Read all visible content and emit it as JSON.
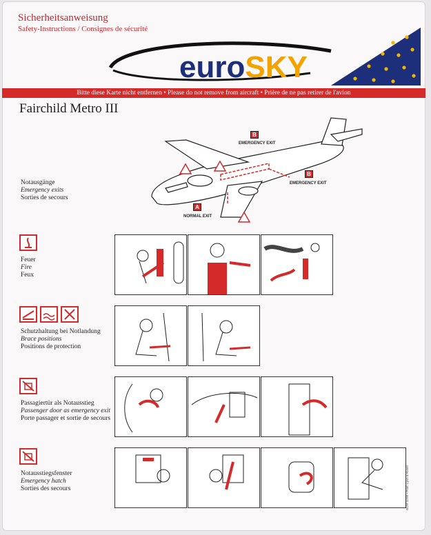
{
  "header": {
    "title_de": "Sicherheitsanweisung",
    "subtitle": "Safety-Instructions / Consignes de sécurité"
  },
  "brand": {
    "name_euro": "euro",
    "name_sky": "SKY",
    "colors": {
      "euro": "#1d2f7a",
      "sky": "#f2a300",
      "tail": "#1d2f7a",
      "stars": "#f2b600"
    }
  },
  "banner": {
    "text": "Bitte diese Karte nicht entfernen • Please do not remove from aircraft • Prière de ne pas retirer de l'avion"
  },
  "aircraft": {
    "model": "Fairchild Metro III",
    "labels": {
      "b_top": "B",
      "b_top_caption": "EMERGENCY EXIT",
      "b_right": "B",
      "b_right_caption": "EMERGENCY EXIT",
      "a": "A",
      "a_caption": "NORMAL EXIT"
    }
  },
  "exits_label": {
    "de": "Notausgänge",
    "en": "Emergency exits",
    "fr": "Sorties de secours"
  },
  "sections": [
    {
      "de": "Feuer",
      "en": "Fire",
      "fr": "Feux"
    },
    {
      "de": "Schutzhaltung bei Notlandung",
      "en": "Brace positions",
      "fr": "Positions de protection"
    },
    {
      "de": "Passagiertür als Notausstieg",
      "en": "Passenger door as emergency exit",
      "fr": "Porte passager et sortie de secours"
    },
    {
      "de": "Notausstiegsfenster",
      "en": "Emergency hatch",
      "fr": "Sorties des secours"
    }
  ],
  "side_print": "BCM 11/98 • Print: Lyon & Kuner",
  "colors": {
    "accent": "#d42a2a",
    "ink": "#222222"
  }
}
